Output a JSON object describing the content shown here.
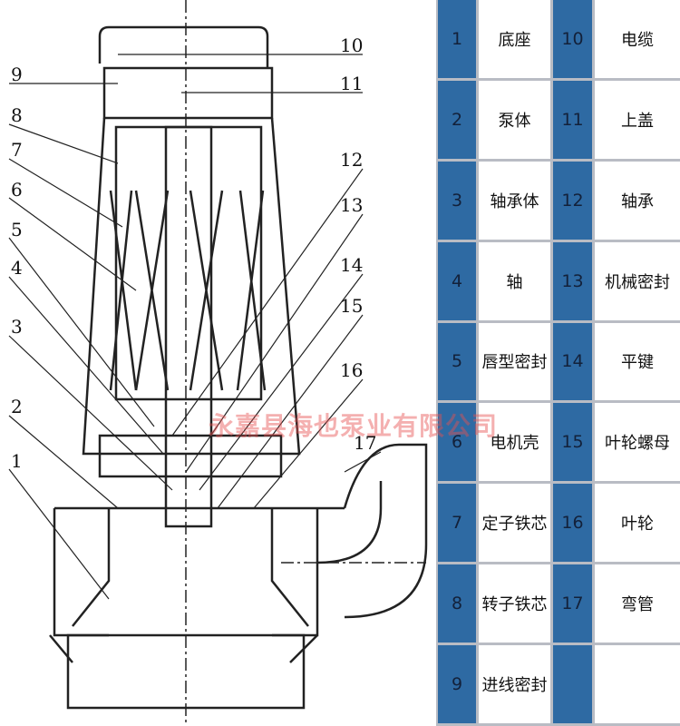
{
  "callouts": [
    "1",
    "2",
    "3",
    "4",
    "5",
    "6",
    "7",
    "8",
    "9",
    "10",
    "11",
    "12",
    "13",
    "14",
    "15",
    "16",
    "17"
  ],
  "watermark": "永嘉县海也泵业有限公司",
  "parts": [
    {
      "no": "1",
      "name": "底座"
    },
    {
      "no": "2",
      "name": "泵体"
    },
    {
      "no": "3",
      "name": "轴承体"
    },
    {
      "no": "4",
      "name": "轴"
    },
    {
      "no": "5",
      "name": "唇型密封"
    },
    {
      "no": "6",
      "name": "电机壳"
    },
    {
      "no": "7",
      "name": "定子铁芯"
    },
    {
      "no": "8",
      "name": "转子铁芯"
    },
    {
      "no": "9",
      "name": "进线密封"
    },
    {
      "no": "10",
      "name": "电缆"
    },
    {
      "no": "11",
      "name": "上盖"
    },
    {
      "no": "12",
      "name": "轴承"
    },
    {
      "no": "13",
      "name": "机械密封"
    },
    {
      "no": "14",
      "name": "平键"
    },
    {
      "no": "15",
      "name": "叶轮螺母"
    },
    {
      "no": "16",
      "name": "叶轮"
    },
    {
      "no": "17",
      "name": "弯管"
    },
    {
      "no": "",
      "name": ""
    }
  ],
  "colors": {
    "number_cell": "#2e6aa3",
    "grid": "#b9bcc4"
  }
}
